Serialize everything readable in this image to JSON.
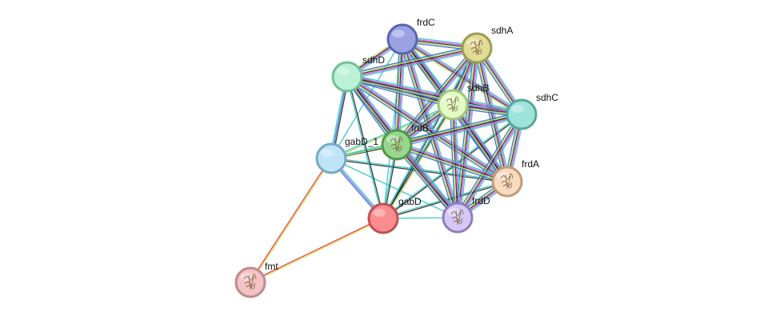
{
  "nodes": [
    {
      "id": "frdC",
      "label": "frdC",
      "color": "#9aa3e0",
      "stroke": "#5a64b5",
      "structure": false
    },
    {
      "id": "sdhA",
      "label": "sdhA",
      "color": "#e2dd96",
      "stroke": "#9f9a55",
      "structure": true
    },
    {
      "id": "sdhD",
      "label": "sdhD",
      "color": "#b9f2d4",
      "stroke": "#74bf98",
      "structure": false
    },
    {
      "id": "sdhB",
      "label": "sdhB",
      "color": "#e3fbc4",
      "stroke": "#a1c47a",
      "structure": true
    },
    {
      "id": "sdhC",
      "label": "sdhC",
      "color": "#9ee3d9",
      "stroke": "#53a99c",
      "structure": false
    },
    {
      "id": "frdB",
      "label": "frdB",
      "color": "#98d68d",
      "stroke": "#4f9a45",
      "structure": true
    },
    {
      "id": "gabD_1",
      "label": "gabD_1",
      "color": "#bfe4f7",
      "stroke": "#79a9c6",
      "structure": false
    },
    {
      "id": "frdA",
      "label": "frdA",
      "color": "#f9dcc0",
      "stroke": "#c49a78",
      "structure": true
    },
    {
      "id": "gabD",
      "label": "gabD",
      "color": "#fa8c8f",
      "stroke": "#c24e52",
      "structure": false
    },
    {
      "id": "frdD",
      "label": "frdD",
      "color": "#d6c8f5",
      "stroke": "#8f7cc4",
      "structure": true
    },
    {
      "id": "fmt",
      "label": "fmt",
      "color": "#f4c3c6",
      "stroke": "#bf8a8d",
      "structure": true
    }
  ],
  "edges": [
    {
      "source": "gabD_1",
      "target": "fmt",
      "colors": [
        "#d9d94a",
        "#e03030"
      ]
    },
    {
      "source": "gabD",
      "target": "fmt",
      "colors": [
        "#d9d94a",
        "#e03030"
      ]
    },
    {
      "source": "gabD_1",
      "target": "gabD",
      "colors": [
        "#2ec4c4",
        "#8a6ee0",
        "#3366dd"
      ]
    },
    {
      "source": "gabD_1",
      "target": "sdhD",
      "colors": [
        "#2ec4c4",
        "#3366dd",
        "#222222"
      ]
    },
    {
      "source": "gabD_1",
      "target": "frdB",
      "colors": [
        "#2ec4c4",
        "#222222"
      ]
    },
    {
      "source": "gabD_1",
      "target": "sdhB",
      "colors": [
        "#2ec4c4",
        "#b2d94a"
      ]
    },
    {
      "source": "gabD_1",
      "target": "frdC",
      "colors": [
        "#2ec4c4"
      ]
    },
    {
      "source": "gabD_1",
      "target": "frdA",
      "colors": [
        "#2ec4c4",
        "#222222"
      ]
    },
    {
      "source": "gabD_1",
      "target": "frdD",
      "colors": [
        "#2ec4c4"
      ]
    },
    {
      "source": "gabD_1",
      "target": "sdhC",
      "colors": [
        "#2ec4c4",
        "#b2d94a"
      ]
    },
    {
      "source": "gabD",
      "target": "frdB",
      "colors": [
        "#2ec4c4",
        "#222222"
      ]
    },
    {
      "source": "gabD",
      "target": "sdhD",
      "colors": [
        "#2ec4c4",
        "#222222"
      ]
    },
    {
      "source": "gabD",
      "target": "frdD",
      "colors": [
        "#2ec4c4"
      ]
    },
    {
      "source": "gabD",
      "target": "frdA",
      "colors": [
        "#2ec4c4",
        "#222222"
      ]
    },
    {
      "source": "gabD",
      "target": "sdhC",
      "colors": [
        "#2ec4c4",
        "#222222"
      ]
    },
    {
      "source": "gabD",
      "target": "sdhB",
      "colors": [
        "#2ec4c4",
        "#222222",
        "#b2d94a"
      ]
    },
    {
      "source": "gabD",
      "target": "frdC",
      "colors": [
        "#2ec4c4"
      ]
    },
    {
      "source": "gabD",
      "target": "sdhA",
      "colors": [
        "#2ec4c4",
        "#222222"
      ]
    },
    {
      "source": "frdC",
      "target": "sdhA",
      "colors": [
        "#2ec4c4",
        "#e040e0",
        "#222222",
        "#b2d94a",
        "#3366dd"
      ]
    },
    {
      "source": "frdC",
      "target": "sdhD",
      "colors": [
        "#2ec4c4",
        "#e040e0",
        "#222222",
        "#b2d94a"
      ]
    },
    {
      "source": "frdC",
      "target": "sdhB",
      "colors": [
        "#2ec4c4",
        "#e040e0",
        "#222222",
        "#b2d94a",
        "#3366dd"
      ]
    },
    {
      "source": "frdC",
      "target": "sdhC",
      "colors": [
        "#2ec4c4",
        "#e040e0",
        "#222222",
        "#b2d94a"
      ]
    },
    {
      "source": "frdC",
      "target": "frdB",
      "colors": [
        "#2ec4c4",
        "#e040e0",
        "#222222",
        "#b2d94a",
        "#3366dd"
      ]
    },
    {
      "source": "frdC",
      "target": "frdA",
      "colors": [
        "#2ec4c4",
        "#e040e0",
        "#222222",
        "#b2d94a",
        "#3366dd"
      ]
    },
    {
      "source": "frdC",
      "target": "frdD",
      "colors": [
        "#2ec4c4",
        "#e040e0",
        "#222222",
        "#b2d94a",
        "#3366dd"
      ]
    },
    {
      "source": "sdhA",
      "target": "sdhD",
      "colors": [
        "#2ec4c4",
        "#e040e0",
        "#222222",
        "#b2d94a",
        "#3366dd"
      ]
    },
    {
      "source": "sdhA",
      "target": "sdhB",
      "colors": [
        "#2ec4c4",
        "#e040e0",
        "#222222",
        "#b2d94a",
        "#3366dd"
      ]
    },
    {
      "source": "sdhA",
      "target": "sdhC",
      "colors": [
        "#2ec4c4",
        "#e040e0",
        "#222222",
        "#b2d94a",
        "#3366dd"
      ]
    },
    {
      "source": "sdhA",
      "target": "frdB",
      "colors": [
        "#2ec4c4",
        "#e040e0",
        "#222222",
        "#b2d94a",
        "#3366dd"
      ]
    },
    {
      "source": "sdhA",
      "target": "frdA",
      "colors": [
        "#2ec4c4",
        "#e040e0",
        "#222222",
        "#b2d94a",
        "#3366dd"
      ]
    },
    {
      "source": "sdhA",
      "target": "frdD",
      "colors": [
        "#2ec4c4",
        "#e040e0",
        "#222222",
        "#b2d94a",
        "#3366dd"
      ]
    },
    {
      "source": "sdhD",
      "target": "sdhB",
      "colors": [
        "#2ec4c4",
        "#e040e0",
        "#222222",
        "#b2d94a",
        "#3366dd"
      ]
    },
    {
      "source": "sdhD",
      "target": "sdhC",
      "colors": [
        "#2ec4c4",
        "#e040e0",
        "#222222",
        "#b2d94a",
        "#3366dd"
      ]
    },
    {
      "source": "sdhD",
      "target": "frdB",
      "colors": [
        "#2ec4c4",
        "#e040e0",
        "#222222",
        "#b2d94a",
        "#3366dd"
      ]
    },
    {
      "source": "sdhD",
      "target": "frdA",
      "colors": [
        "#2ec4c4",
        "#e040e0",
        "#222222",
        "#b2d94a",
        "#3366dd"
      ]
    },
    {
      "source": "sdhD",
      "target": "frdD",
      "colors": [
        "#2ec4c4",
        "#e040e0",
        "#222222",
        "#b2d94a",
        "#3366dd"
      ]
    },
    {
      "source": "sdhB",
      "target": "sdhC",
      "colors": [
        "#2ec4c4",
        "#e040e0",
        "#222222",
        "#b2d94a",
        "#3366dd"
      ]
    },
    {
      "source": "sdhB",
      "target": "frdB",
      "colors": [
        "#2ec4c4",
        "#e040e0",
        "#222222",
        "#b2d94a",
        "#3366dd"
      ]
    },
    {
      "source": "sdhB",
      "target": "frdA",
      "colors": [
        "#2ec4c4",
        "#e040e0",
        "#222222",
        "#b2d94a",
        "#3366dd"
      ]
    },
    {
      "source": "sdhB",
      "target": "frdD",
      "colors": [
        "#2ec4c4",
        "#e040e0",
        "#222222",
        "#b2d94a",
        "#3366dd"
      ]
    },
    {
      "source": "sdhC",
      "target": "frdB",
      "colors": [
        "#2ec4c4",
        "#e040e0",
        "#222222",
        "#b2d94a",
        "#3366dd"
      ]
    },
    {
      "source": "sdhC",
      "target": "frdA",
      "colors": [
        "#2ec4c4",
        "#e040e0",
        "#222222",
        "#b2d94a",
        "#3366dd"
      ]
    },
    {
      "source": "sdhC",
      "target": "frdD",
      "colors": [
        "#2ec4c4",
        "#e040e0",
        "#222222",
        "#b2d94a",
        "#3366dd"
      ]
    },
    {
      "source": "frdB",
      "target": "frdA",
      "colors": [
        "#2ec4c4",
        "#e040e0",
        "#222222",
        "#b2d94a",
        "#3366dd"
      ]
    },
    {
      "source": "frdB",
      "target": "frdD",
      "colors": [
        "#2ec4c4",
        "#e040e0",
        "#222222",
        "#b2d94a",
        "#3366dd"
      ]
    },
    {
      "source": "frdA",
      "target": "frdD",
      "colors": [
        "#2ec4c4",
        "#e040e0",
        "#222222",
        "#b2d94a",
        "#3366dd"
      ]
    }
  ]
}
